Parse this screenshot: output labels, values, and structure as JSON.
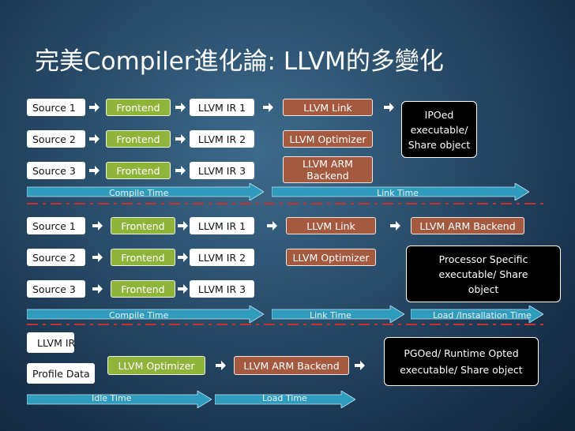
{
  "title": "完美Compiler進化論: LLVM的多變化",
  "section1": {
    "sources": [
      "Source 1",
      "Source 2",
      "Source 3"
    ],
    "frontends": [
      "Frontend",
      "Frontend",
      "Frontend"
    ],
    "irs": [
      "LLVM IR 1",
      "LLVM IR 2",
      "LLVM IR 3"
    ],
    "link": "LLVM Link",
    "optimizer": "LLVM Optimizer",
    "backend": "LLVM ARM Backend",
    "output": "IPOed executable/ Share object",
    "compile_time": "Compile Time",
    "link_time": "Link Time"
  },
  "section2": {
    "sources": [
      "Source 1",
      "Source 2",
      "Source 3"
    ],
    "frontends": [
      "Frontend",
      "Frontend",
      "Frontend"
    ],
    "irs": [
      "LLVM IR 1",
      "LLVM IR 2",
      "LLVM IR 3"
    ],
    "link": "LLVM Link",
    "optimizer": "LLVM Optimizer",
    "backend": "LLVM ARM Backend",
    "output": "Processor Specific executable/ Share object",
    "compile_time": "Compile Time",
    "link_time": "Link Time",
    "load_time": "Load /Installation Time"
  },
  "section3": {
    "ir": "LLVM IR",
    "profile": "Profile Data",
    "optimizer": "LLVM Optimizer",
    "backend": "LLVM ARM Backend",
    "output": "PGOed/ Runtime Opted executable/ Share object",
    "idle_time": "Idle Time",
    "load_time": "Load Time"
  },
  "colors": {
    "frontend": "#8eb43a",
    "llvm_stage": "#a55a3f",
    "timebar": "#2f9bbd",
    "separator": "#c8302a"
  }
}
